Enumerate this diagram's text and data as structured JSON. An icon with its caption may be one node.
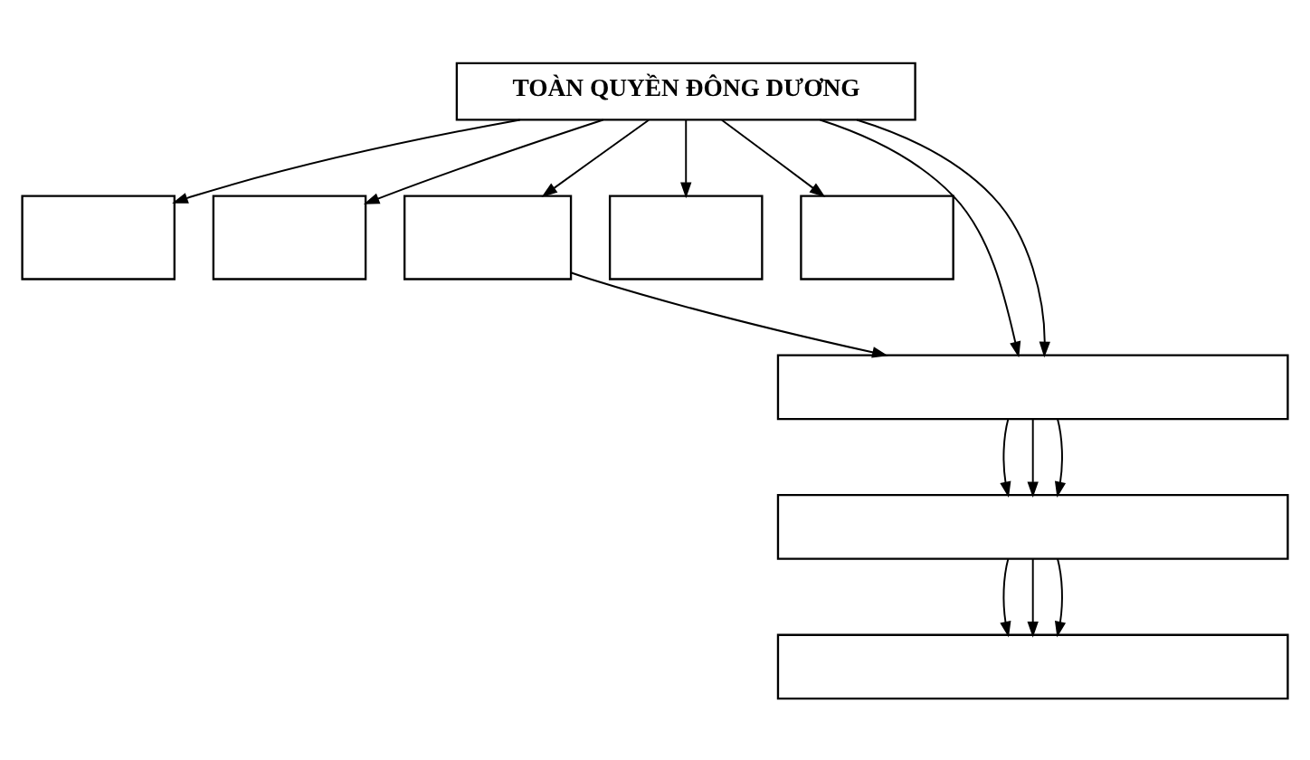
{
  "diagram": {
    "nodes": [
      {
        "text": [
          "TOÀN QUYỀN ĐÔNG DƯƠNG"
        ]
      },
      {
        "text": [],
        "shape": "box"
      },
      {
        "text": [],
        "shape": "box"
      },
      {
        "text": [],
        "shape": "box"
      },
      {
        "text": [],
        "shape": "box"
      },
      {
        "text": [],
        "shape": "box"
      },
      {
        "text": [],
        "shape": "box"
      },
      {
        "text": [],
        "shape": "box"
      },
      {
        "text": [],
        "shape": "box"
      }
    ],
    "edges": [
      {
        "from": 0,
        "to": 1,
        "arrow": "to"
      },
      {
        "from": 0,
        "to": 2,
        "arrow": "to"
      },
      {
        "from": 0,
        "to": 6,
        "arrow": "to"
      },
      {
        "from": 0,
        "to": 3,
        "arrow": "to"
      },
      {
        "from": 0,
        "to": 6,
        "arrow": "to"
      },
      {
        "from": 0,
        "to": 4,
        "arrow": "to"
      },
      {
        "from": 0,
        "to": 5,
        "arrow": "to"
      },
      {
        "from": 3,
        "to": 6,
        "arrow": "to"
      },
      {
        "from": 6,
        "to": 7,
        "arrow": "to"
      },
      {
        "from": 6,
        "to": 7,
        "arrow": "to"
      },
      {
        "from": 6,
        "to": 7,
        "arrow": "to"
      },
      {
        "from": 7,
        "to": 8,
        "arrow": "to"
      },
      {
        "from": 7,
        "to": 8,
        "arrow": "to"
      },
      {
        "from": 7,
        "to": 8,
        "arrow": "to"
      }
    ]
  }
}
